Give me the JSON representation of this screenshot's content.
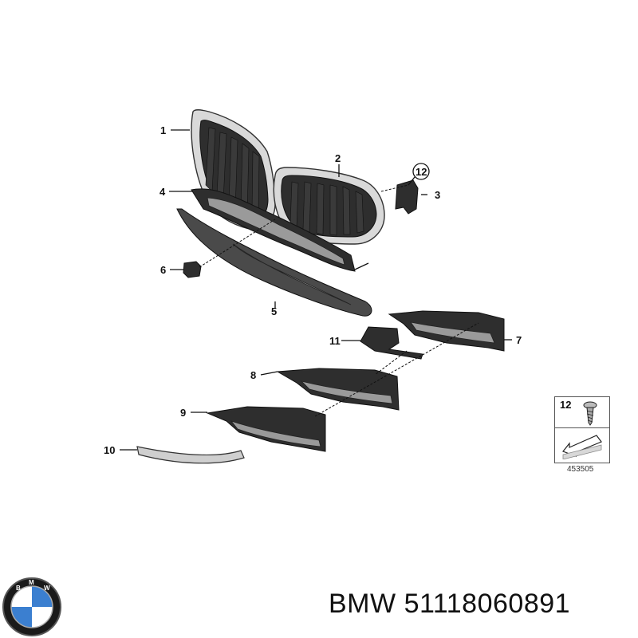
{
  "diagram": {
    "callouts": [
      {
        "id": "c1",
        "label": "1"
      },
      {
        "id": "c2",
        "label": "2"
      },
      {
        "id": "c3",
        "label": "3"
      },
      {
        "id": "c4",
        "label": "4"
      },
      {
        "id": "c5",
        "label": "5"
      },
      {
        "id": "c6",
        "label": "6"
      },
      {
        "id": "c7",
        "label": "7"
      },
      {
        "id": "c8",
        "label": "8"
      },
      {
        "id": "c9",
        "label": "9"
      },
      {
        "id": "c10",
        "label": "10"
      },
      {
        "id": "c11",
        "label": "11"
      },
      {
        "id": "c12",
        "label": "12"
      }
    ],
    "legend": {
      "item_number": "12",
      "icon": "screw-icon",
      "arrow_icon": "arrow-icon"
    },
    "document_number": "453505"
  },
  "footer": {
    "brand": "BMW",
    "part_number": "51118060891",
    "logo": "bmw-roundel-icon",
    "logo_letters": "BMW"
  },
  "colors": {
    "part_dark": "#2e2e2e",
    "chrome": "#d9d9d9",
    "logo_blue": "#3b7fd0"
  }
}
